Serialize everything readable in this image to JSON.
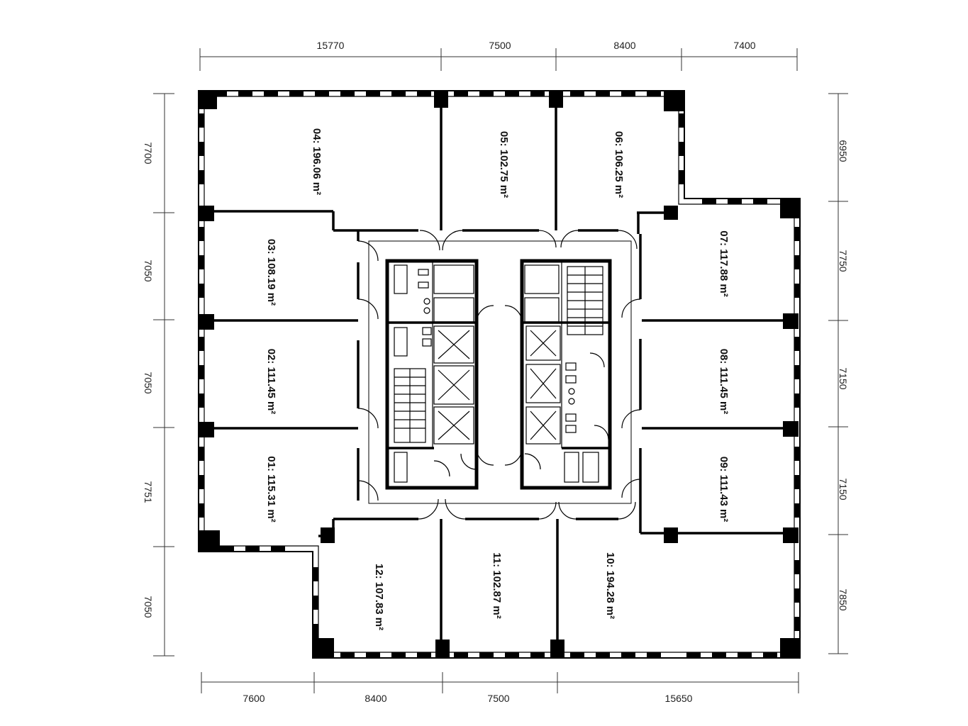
{
  "dimensions": {
    "top": [
      "15770",
      "7500",
      "8400",
      "7400"
    ],
    "bottom": [
      "7600",
      "8400",
      "7500",
      "15650"
    ],
    "left": [
      "7700",
      "7050",
      "7050",
      "7751",
      "7050"
    ],
    "right": [
      "6950",
      "7750",
      "7150",
      "7150",
      "7850"
    ]
  },
  "units": [
    {
      "id": "04",
      "area": "196.06",
      "unit": "m²"
    },
    {
      "id": "05",
      "area": "102.75",
      "unit": "m²"
    },
    {
      "id": "06",
      "area": "106.25",
      "unit": "m²"
    },
    {
      "id": "03",
      "area": "108.19",
      "unit": "m²"
    },
    {
      "id": "07",
      "area": "117.88",
      "unit": "m²"
    },
    {
      "id": "02",
      "area": "111.45",
      "unit": "m²"
    },
    {
      "id": "08",
      "area": "111.45",
      "unit": "m²"
    },
    {
      "id": "01",
      "area": "115.31",
      "unit": "m²"
    },
    {
      "id": "09",
      "area": "111.43",
      "unit": "m²"
    },
    {
      "id": "12",
      "area": "107.83",
      "unit": "m²"
    },
    {
      "id": "11",
      "area": "102.87",
      "unit": "m²"
    },
    {
      "id": "10",
      "area": "194.28",
      "unit": "m²"
    }
  ]
}
